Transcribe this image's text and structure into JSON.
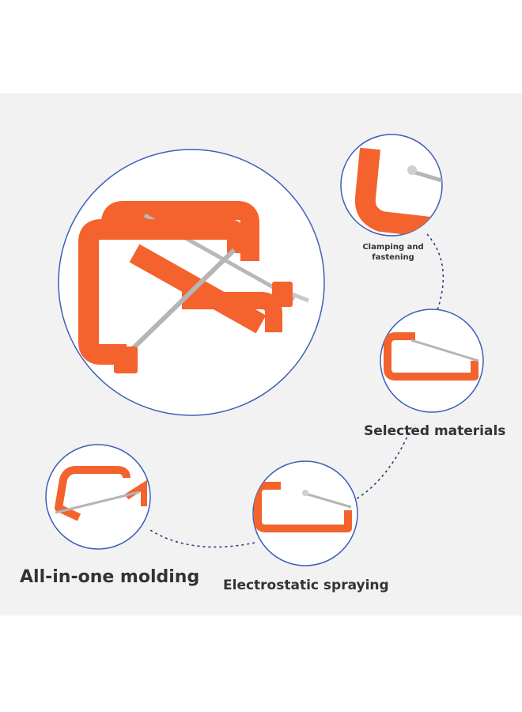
{
  "features": {
    "clamping": "Clamping and\nfastening",
    "materials": "Selected materials",
    "molding": "All-in-one molding",
    "spraying": "Electrostatic spraying"
  },
  "colors": {
    "clamp_orange": "#f4622e",
    "ring_blue": "#3d5fb5",
    "background": "#f2f2f3"
  }
}
